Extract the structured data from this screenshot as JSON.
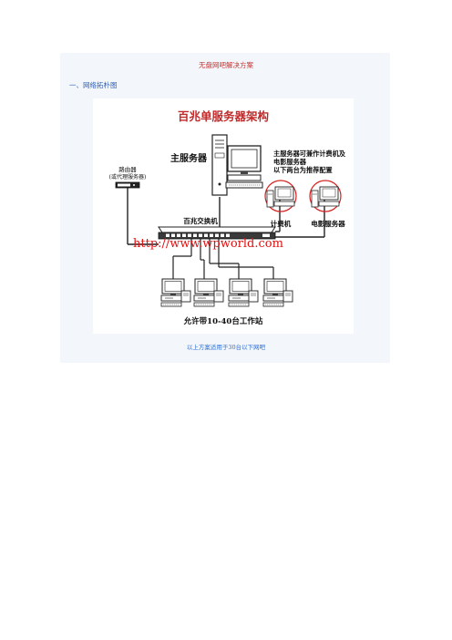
{
  "document": {
    "title": "无盘网吧解决方案",
    "section_heading": "一、网络拓朴图",
    "caption": "以上方案适用于30台以下网吧"
  },
  "diagram": {
    "title": "百兆单服务器架构",
    "main_server_label": "主服务器",
    "note_line1": "主服务器可兼作计费机及",
    "note_line2": "电影服务器",
    "note_line3": "以下两台为推荐配置",
    "router_label_line1": "路由器",
    "router_label_line2": "(或代理服务器)",
    "switch_label": "百兆交换机",
    "billing_label": "计费机",
    "movie_server_label": "电影服务器",
    "watermark": "http://www.wpworld.com",
    "workstations_label": "允许带10-40台工作站"
  },
  "colors": {
    "title_red": "#c8322e",
    "heading_blue": "#2f5fb3",
    "caption_blue": "#2f6fd0",
    "diagram_title_red": "#c02a2a",
    "watermark_red": "#e01010",
    "circle_red": "#d42020"
  }
}
